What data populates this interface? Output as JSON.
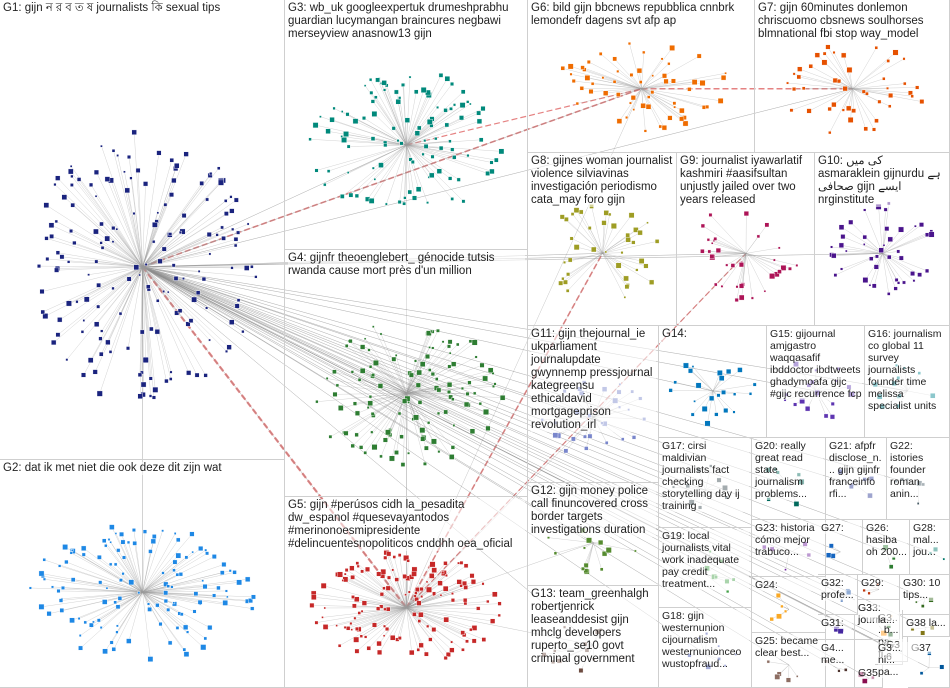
{
  "groups": [
    {
      "id": "G1",
      "label": "G1: gijn ন র ব ত ষ journalists কি sexual tips",
      "color": "#1a237e"
    },
    {
      "id": "G2",
      "label": "G2: dat ik met niet die ook deze dit zijn wat",
      "color": "#1e88e5"
    },
    {
      "id": "G3",
      "label": "G3: wb_uk googleexpertuk drumeshprabhu guardian lucymangan braincures negbawi merseyview anasnow13 gijn",
      "color": "#00897b"
    },
    {
      "id": "G4",
      "label": "G4: gijnfr theoenglebert_ génocide tutsis rwanda cause mort près d'un million",
      "color": "#2e7d32"
    },
    {
      "id": "G5",
      "label": "G5: gijn #perúsos cidh la_pesadita dw_espanol #quesevayantodos #merinonoesmipresidente #delincuentesnopoliticos cnddhh oea_oficial",
      "color": "#c62828"
    },
    {
      "id": "G6",
      "label": "G6: bild gijn bbcnews repubblica cnnbrk lemondefr dagens svt afp ap",
      "color": "#ef6c00"
    },
    {
      "id": "G7",
      "label": "G7: gijn 60minutes donlemon chriscuomo cbsnews soulhorses blmnational fbi stop way_model",
      "color": "#e65100"
    },
    {
      "id": "G8",
      "label": "G8: gijnes woman journalist violence silviavinas investigación periodismo cata_may foro gijn",
      "color": "#9e9d24"
    },
    {
      "id": "G9",
      "label": "G9: journalist iyawarlatif kashmiri #aasifsultan unjustly jailed over two years released",
      "color": "#ad1457"
    },
    {
      "id": "G10",
      "label": "G10: کی میں asmaraklein gijnurdu ہے صحافی gijn ایسے nrginstitute",
      "color": "#4a148c"
    },
    {
      "id": "G11",
      "label": "G11: gijn thejournal_ie ukparliament journalupdate gwynnemp pressjournal kategreensu ethicaldavid mortgageprison revolution_irl",
      "color": "#7986cb"
    },
    {
      "id": "G12",
      "label": "G12: gijn money police call finuncovered cross border targets investigations duration",
      "color": "#558b2f"
    },
    {
      "id": "G13",
      "label": "G13: team_greenhalgh robertjenrick leaseanddesist gijn mhclg developers ruperto_se10 govt criminal government",
      "color": "#6d4c41"
    },
    {
      "id": "G14",
      "label": "G14:",
      "color": "#0277bd"
    },
    {
      "id": "G15",
      "label": "G15: gijournal amjgastro waqqasafif ibddoctor ibdtweets ghadymoafa gijc #gijc recurrence fcp",
      "color": "#5e35b1"
    },
    {
      "id": "G16",
      "label": "G16: journalism co global 11 survey journalists founder time melissa specialist units",
      "color": "#00838f"
    },
    {
      "id": "G17",
      "label": "G17: cirsi maldivian journalists fact checking storytelling day ij training",
      "color": "#37474f"
    },
    {
      "id": "G18",
      "label": "G18: gijn westernunion cijournalism westernunionceo wustopfraud...",
      "color": "#3949ab"
    },
    {
      "id": "G19",
      "label": "G19: local journalists vital work inadequate pay credit treatment...",
      "color": "#43a047"
    },
    {
      "id": "G20",
      "label": "G20: really great read state journalism problems...",
      "color": "#00695c"
    },
    {
      "id": "G21",
      "label": "G21: afpfr disclose_n... gijn gijnfr franceinfo rfi...",
      "color": "#283593"
    },
    {
      "id": "G22",
      "label": "G22: istories founder roman anin...",
      "color": "#455a64"
    },
    {
      "id": "G23",
      "label": "G23: historia cómo mejor trabuco...",
      "color": "#6a1b9a"
    },
    {
      "id": "G24",
      "label": "G24:",
      "color": "#f9a825"
    },
    {
      "id": "G25",
      "label": "G25: became clear best...",
      "color": "#8d6e63"
    },
    {
      "id": "G26",
      "label": "G26: hasiba oh 200...",
      "color": "#2e7d32"
    },
    {
      "id": "G27",
      "label": "G27:",
      "color": "#1565c0"
    },
    {
      "id": "G28",
      "label": "G28: mal... jou...",
      "color": "#00796b"
    },
    {
      "id": "G29",
      "label": "G29:",
      "color": "#bf360c"
    },
    {
      "id": "G30",
      "label": "G30: 10 tips...",
      "color": "#33691e"
    },
    {
      "id": "G31",
      "label": "G31:",
      "color": "#4527a0"
    },
    {
      "id": "G32",
      "label": "G32: profe...",
      "color": "#0d47a1"
    },
    {
      "id": "G33",
      "label": "G33: journ...",
      "color": "#ff8f00"
    },
    {
      "id": "G34",
      "label": "G3... b... pa... fi...",
      "color": "#1b5e20"
    },
    {
      "id": "G35",
      "label": "G35",
      "color": "#880e4f"
    },
    {
      "id": "G36",
      "label": "G36",
      "color": "#263238"
    },
    {
      "id": "G37",
      "label": "G37",
      "color": "#01579b"
    },
    {
      "id": "G38",
      "label": "G38 la...",
      "color": "#827717"
    },
    {
      "id": "G4x",
      "label": "G4... me...",
      "color": "#4e342e"
    },
    {
      "id": "G3a",
      "label": "G3... jo... la...",
      "color": "#311b92"
    },
    {
      "id": "G3b",
      "label": "G3... ni... pa...",
      "color": "#004d40"
    }
  ]
}
